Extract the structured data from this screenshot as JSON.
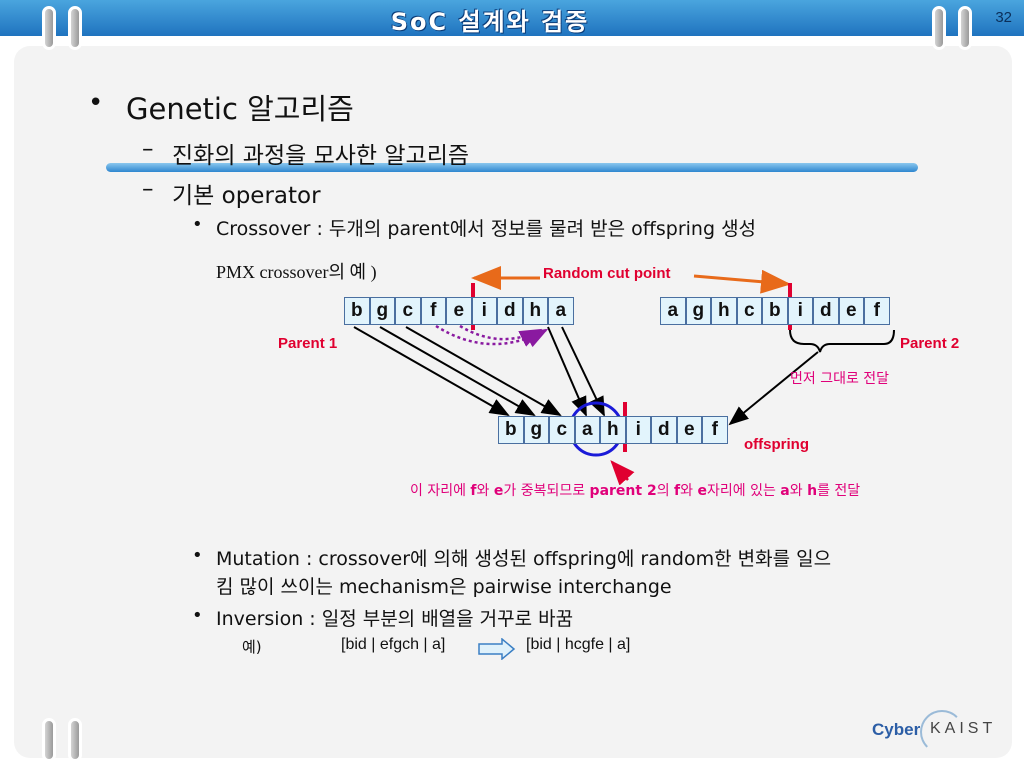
{
  "header": {
    "title": "SoC 설계와 검증",
    "page_number": "32"
  },
  "bullets": {
    "level1": "Genetic 알고리즘",
    "level2_1": "진화의 과정을 모사한 알고리즘",
    "level2_2": "기본 operator",
    "dash": "–",
    "crossover": "Crossover : 두개의 parent에서 정보를 물려 받은 offspring 생성",
    "pmx_example": "PMX crossover의 예 )",
    "mutation_line1": "Mutation : crossover에 의해 생성된 offspring에 random한 변화를 일으",
    "mutation_line2": "킴 많이 쓰이는 mechanism은 pairwise interchange",
    "inversion": "Inversion : 일정 부분의 배열을 거꾸로 바꿈",
    "example_label": "예)",
    "inversion_before": "[bid | efgch | a]",
    "inversion_after": "[bid | hcgfe | a]"
  },
  "diagram": {
    "random_cut_label": "Random cut point",
    "parent1_label": "Parent 1",
    "parent2_label": "Parent 2",
    "parent1": [
      "b",
      "g",
      "c",
      "f",
      "e",
      "i",
      "d",
      "h",
      "a"
    ],
    "parent2": [
      "a",
      "g",
      "h",
      "c",
      "b",
      "i",
      "d",
      "e",
      "f"
    ],
    "offspring": [
      "b",
      "g",
      "c",
      "a",
      "h",
      "i",
      "d",
      "e",
      "f"
    ],
    "transfer_note": "먼저 그대로 전달",
    "offspring_label": "offspring",
    "note_parts": {
      "p1": "이 자리에 ",
      "f1": "f",
      "p2": "와 ",
      "e1": "e",
      "p3": "가 중복되므로 ",
      "parent2": "parent 2",
      "p4": "의 ",
      "f2": "f",
      "p5": "와 ",
      "e2": "e",
      "p6": "자리에 있는 ",
      "a": "a",
      "p7": "와 ",
      "h": "h",
      "p8": "를 전달"
    }
  },
  "logo": {
    "cyber": "Cyber",
    "kaist": "KAIST"
  },
  "colors": {
    "header_blue": "#1f73bf",
    "cell_fill": "#e2f4fc",
    "cut_red": "#e00030",
    "orange_arrow": "#e86a1a",
    "circle_blue": "#1a1ad8",
    "dotted_purple": "#8a1aa0",
    "note_magenta": "#e0007a"
  }
}
